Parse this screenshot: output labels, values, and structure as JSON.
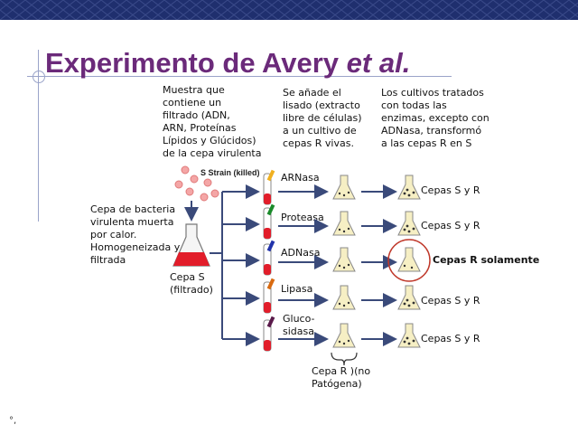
{
  "title": {
    "main": "Experimento de  Avery ",
    "italic": "et al."
  },
  "texts": {
    "muestra": "Muestra que\ncontiene un\nfiltrado (ADN,\nARN, Proteínas\nLípidos y Glúcidos)\nde la cepa virulenta",
    "s_strain": "S Strain (killed)",
    "lisado": "Se añade el\nlisado (extracto\nlibre de células)\na un cultivo de\ncepas R vivas.",
    "cultivos": "Los cultivos tratados\ncon todas las\nenzimas, excepto con\nADNasa, transformó\na las cepas R en S",
    "cepa_bacteria": "Cepa de bacteria\nvirulenta muerta\npor calor.\nHomogeneizada y\nfiltrada",
    "cepa_s": "Cepa S\n(filtrado)",
    "cepa_r": "Cepa R )(no\nPatógena)"
  },
  "enzymes": [
    "ARNasa",
    "Proteasa",
    "ADNasa",
    "Lipasa",
    "Gluco-\nsidasa"
  ],
  "results": [
    {
      "text": "Cepas S y R",
      "bold": false
    },
    {
      "text": "Cepas S y R",
      "bold": false
    },
    {
      "text": "Cepas R solamente",
      "bold": true
    },
    {
      "text": "Cepas S y R",
      "bold": false
    },
    {
      "text": "Cepas S y R",
      "bold": false
    }
  ],
  "footer": "°,",
  "colors": {
    "title": "#6b2a7a",
    "topbar": "#1f2f6e",
    "highlight_circle": "#c0392b",
    "filtrate": "#e21d2a"
  }
}
